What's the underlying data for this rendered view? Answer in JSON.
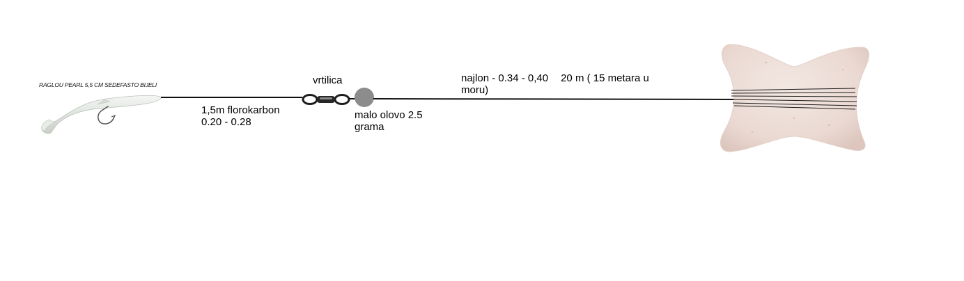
{
  "colors": {
    "line": "#111111",
    "sinker": "#8c8c8c",
    "spool": "#ecdcd6",
    "lure": "#dde2dc"
  },
  "lure": {
    "label": "RAGLOU PEARL 5,5 CM SEDEFASTO BIJELI"
  },
  "leader": {
    "line1": "1,5m florokarbon",
    "line2": "0.20 - 0.28"
  },
  "swivel": {
    "label": "vrtilica"
  },
  "sinker": {
    "line1": "malo olovo 2.5",
    "line2": "grama"
  },
  "mainline": {
    "part1": "najlon - 0.34 - 0,40",
    "part2": "20 m ( 15 metara u",
    "line2": "moru)"
  }
}
